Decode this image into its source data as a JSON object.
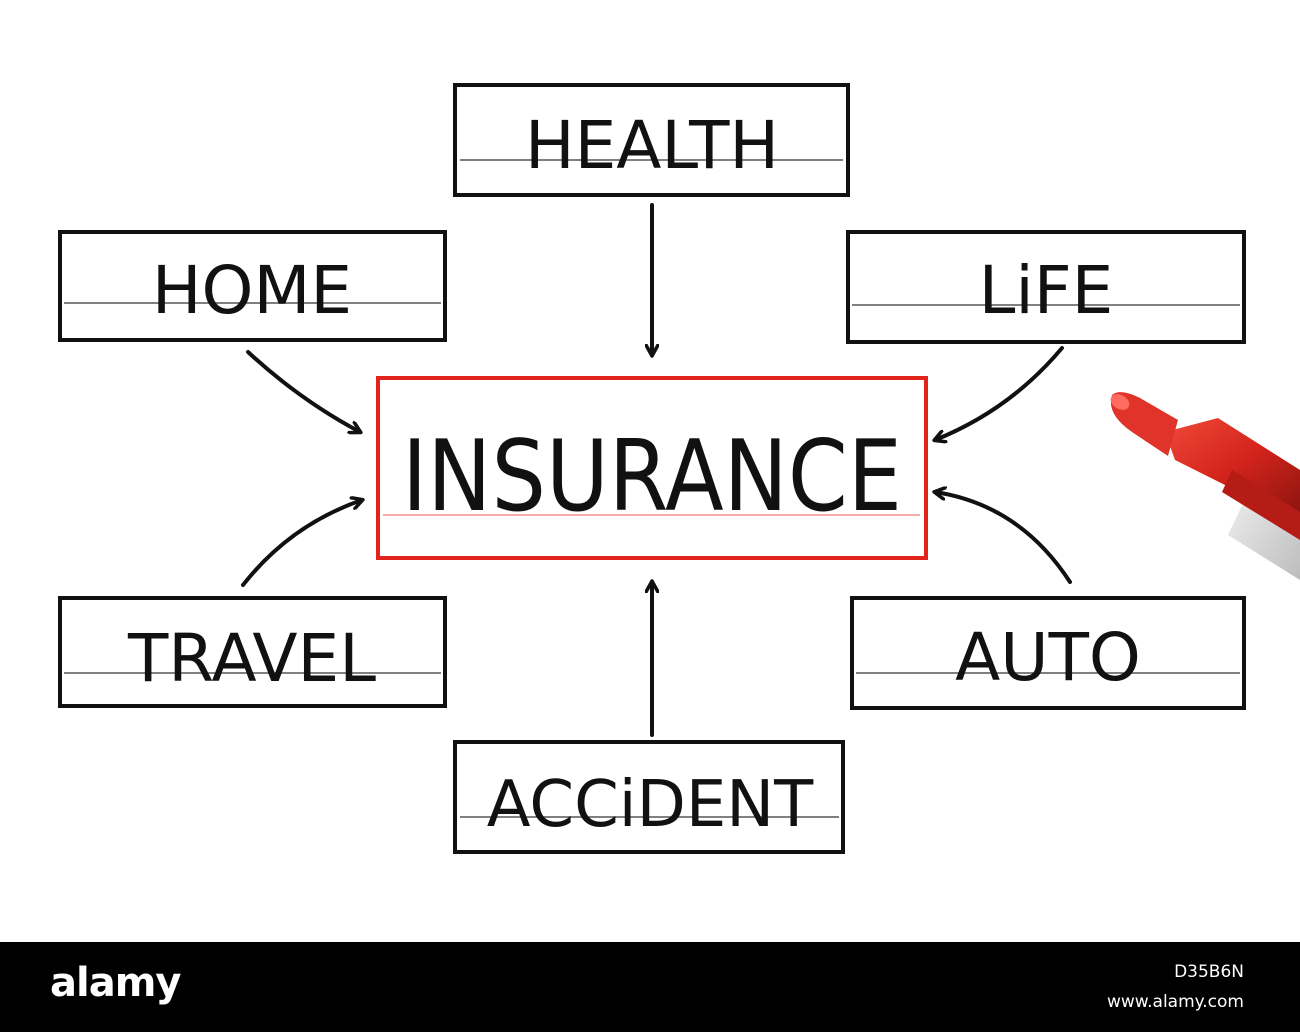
{
  "diagram": {
    "center": "INSURANCE",
    "nodes": {
      "health": "HEALTH",
      "home": "HOME",
      "life": "LiFE",
      "travel": "TRAVEL",
      "auto": "AUTO",
      "accident": "ACCiDENT"
    },
    "center_color": "#e0231b",
    "ink_color": "#111111"
  },
  "marker": {
    "icon": "red-marker-icon",
    "color": "#d4241c"
  },
  "watermark": {
    "logo": "alamy",
    "image_id": "D35B6N",
    "url": "www.alamy.com"
  }
}
